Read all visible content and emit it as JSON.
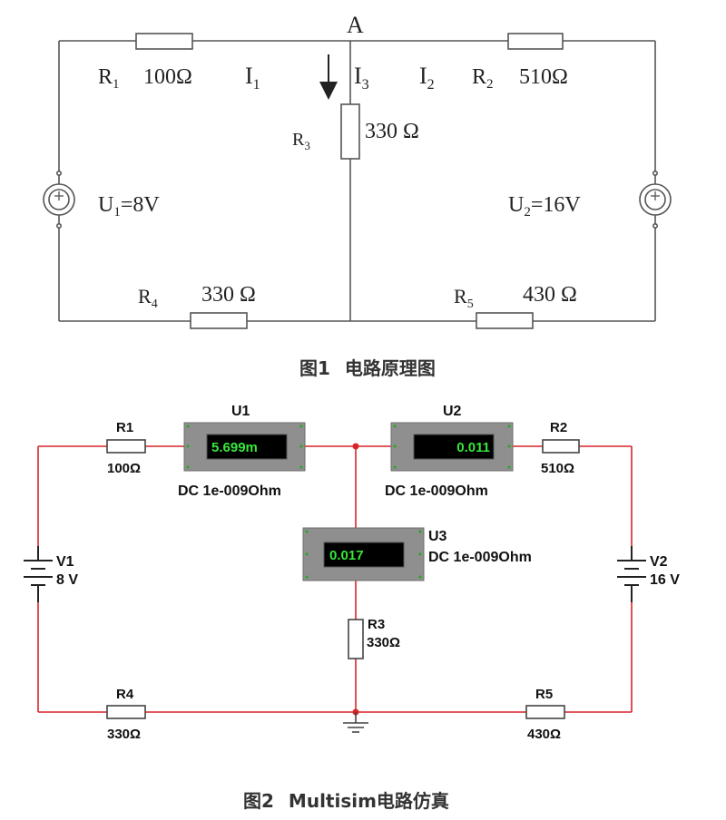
{
  "figure1": {
    "node_a": "A",
    "r1_name": "R",
    "r1_sub": "1",
    "r1_value": "100Ω",
    "i1_name": "I",
    "i1_sub": "1",
    "i3_name": "I",
    "i3_sub": "3",
    "i2_name": "I",
    "i2_sub": "2",
    "r2_name": "R",
    "r2_sub": "2",
    "r2_value": "510Ω",
    "r3_name": "R",
    "r3_sub": "3",
    "r3_value": "330 Ω",
    "u1_name": "U",
    "u1_sub": "1",
    "u1_value": "=8V",
    "u2_name": "U",
    "u2_sub": "2",
    "u2_value": "=16V",
    "r4_name": "R",
    "r4_sub": "4",
    "r4_value": "330 Ω",
    "r5_name": "R",
    "r5_sub": "5",
    "r5_value": "430 Ω",
    "caption_num": "图1",
    "caption_text": "电路原理图"
  },
  "figure2": {
    "u1_label": "U1",
    "u1_reading": "5.699m",
    "u1_mode": "DC  1e-009Ohm",
    "u2_label": "U2",
    "u2_reading": "0.011",
    "u2_mode": "DC  1e-009Ohm",
    "u3_label": "U3",
    "u3_reading": "0.017",
    "u3_mode": "DC  1e-009Ohm",
    "r1_label": "R1",
    "r1_value": "100Ω",
    "r2_label": "R2",
    "r2_value": "510Ω",
    "r3_label": "R3",
    "r3_value": "330Ω",
    "r4_label": "R4",
    "r4_value": "330Ω",
    "r5_label": "R5",
    "r5_value": "430Ω",
    "v1_label": "V1",
    "v1_value": "8 V",
    "v2_label": "V2",
    "v2_value": "16 V",
    "caption_num": "图2",
    "caption_text": "Multisim电路仿真"
  },
  "colors": {
    "wire_red": "#d9242a",
    "wire_gray": "#555555",
    "meter_body": "#8f8f8f",
    "meter_display": "#000000",
    "meter_text": "#37e83a"
  }
}
